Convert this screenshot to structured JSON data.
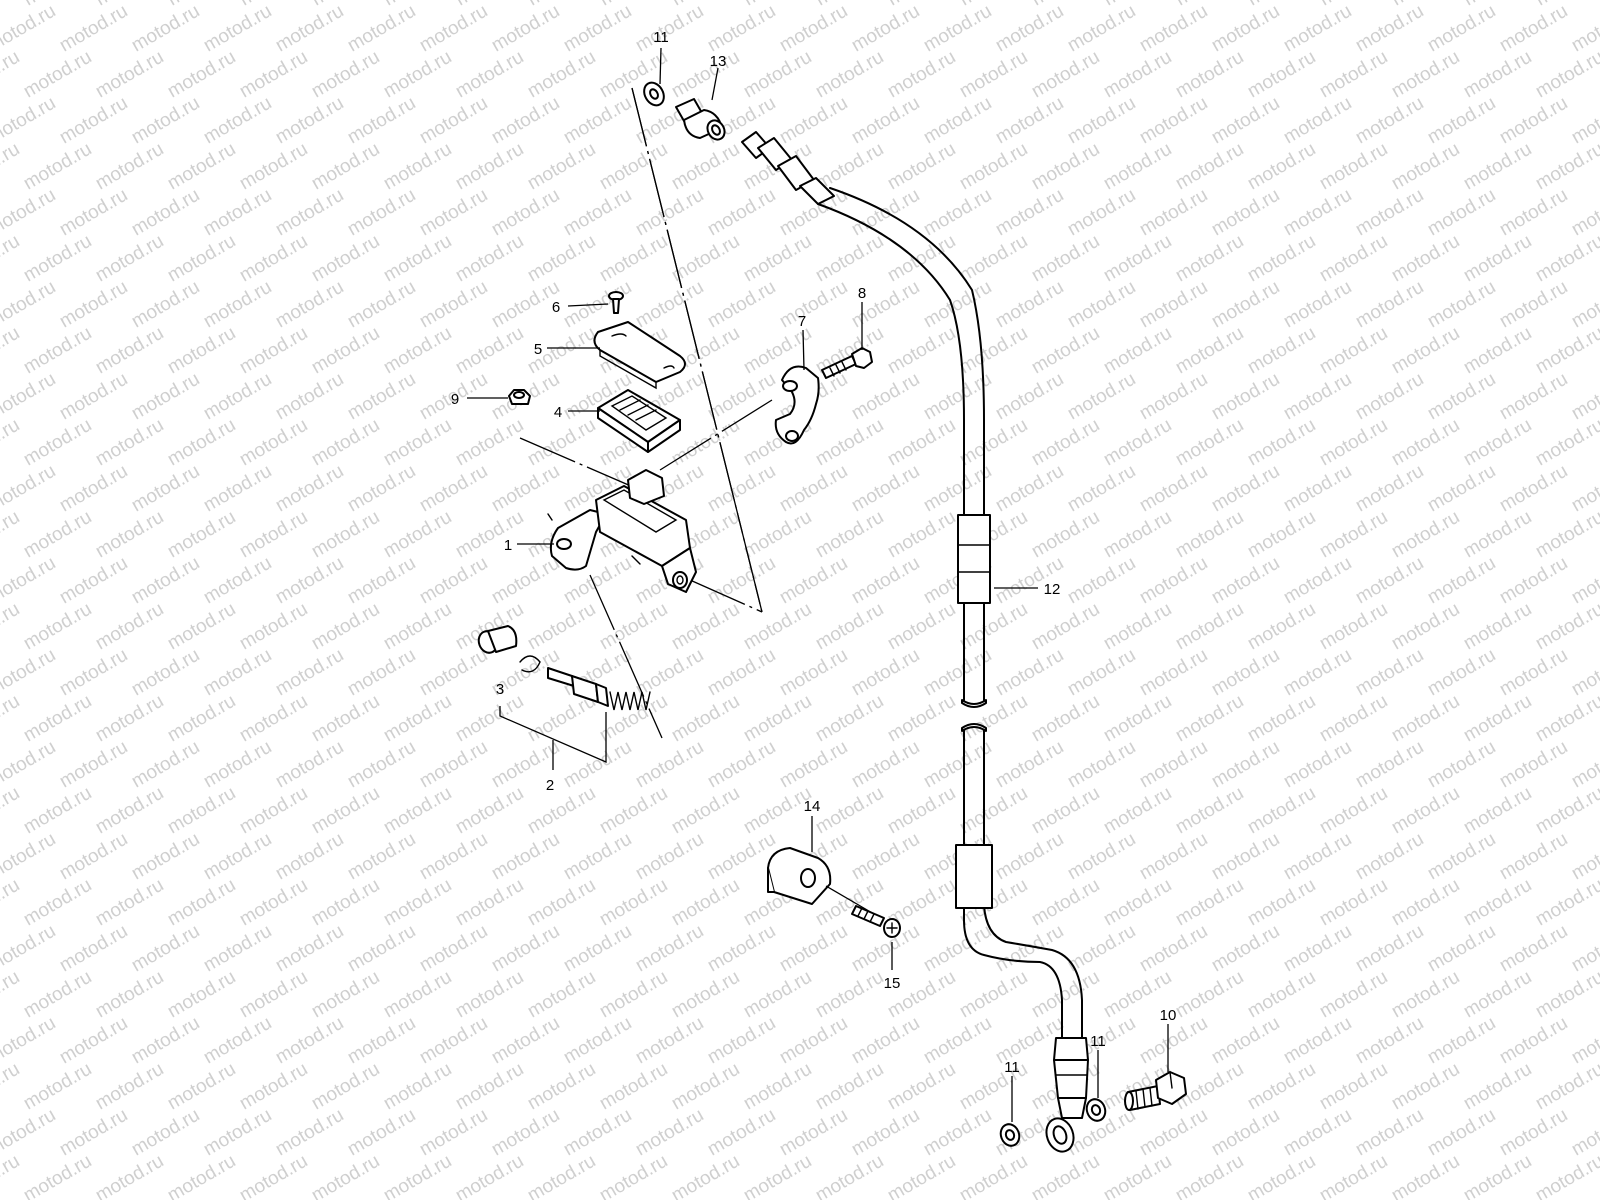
{
  "watermark": {
    "text": "motod.ru",
    "color": "#cfcfcf"
  },
  "callouts": [
    {
      "id": "c1",
      "label": "1"
    },
    {
      "id": "c2",
      "label": "2"
    },
    {
      "id": "c3",
      "label": "3"
    },
    {
      "id": "c4",
      "label": "4"
    },
    {
      "id": "c5",
      "label": "5"
    },
    {
      "id": "c6",
      "label": "6"
    },
    {
      "id": "c7",
      "label": "7"
    },
    {
      "id": "c8",
      "label": "8"
    },
    {
      "id": "c9",
      "label": "9"
    },
    {
      "id": "c10",
      "label": "10"
    },
    {
      "id": "c11a",
      "label": "11"
    },
    {
      "id": "c11b",
      "label": "11"
    },
    {
      "id": "c11c",
      "label": "11"
    },
    {
      "id": "c12",
      "label": "12"
    },
    {
      "id": "c13",
      "label": "13"
    },
    {
      "id": "c14",
      "label": "14"
    },
    {
      "id": "c15",
      "label": "15"
    }
  ]
}
